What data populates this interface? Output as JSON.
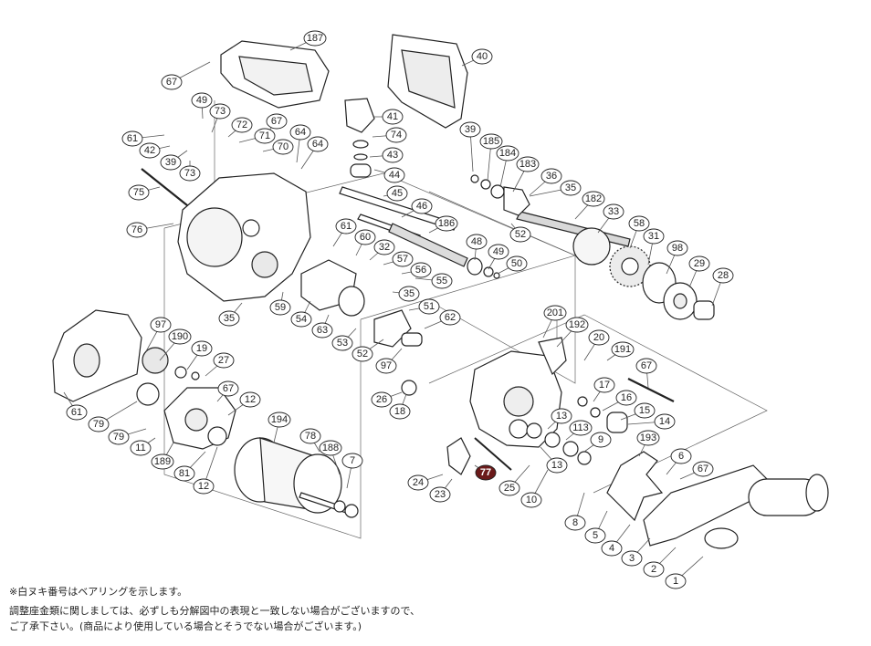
{
  "diagram": {
    "callouts": [
      "187",
      "67",
      "40",
      "49",
      "73",
      "72",
      "67",
      "41",
      "61",
      "71",
      "70",
      "64",
      "42",
      "74",
      "64",
      "43",
      "39",
      "73",
      "44",
      "39",
      "185",
      "184",
      "183",
      "36",
      "75",
      "35",
      "45",
      "182",
      "46",
      "76",
      "33",
      "186",
      "61",
      "60",
      "58",
      "32",
      "31",
      "48",
      "57",
      "49",
      "98",
      "56",
      "50",
      "55",
      "29",
      "28",
      "35",
      "52",
      "51",
      "62",
      "59",
      "54",
      "63",
      "35",
      "53",
      "52",
      "97",
      "201",
      "192",
      "97",
      "20",
      "191",
      "190",
      "19",
      "67",
      "27",
      "26",
      "18",
      "17",
      "16",
      "15",
      "14",
      "13",
      "113",
      "194",
      "61",
      "79",
      "67",
      "12",
      "9",
      "193",
      "79",
      "78",
      "189",
      "188",
      "7",
      "6",
      "67",
      "11",
      "13",
      "25",
      "24",
      "23",
      "77",
      "81",
      "12",
      "10",
      "8",
      "5",
      "4",
      "3",
      "2",
      "1"
    ],
    "highlighted_callout": "77",
    "colors": {
      "outline": "#222222",
      "leader": "#555555",
      "highlight": "#6b1a1a",
      "shade": "#8a8a8a",
      "paper": "#ffffff"
    }
  },
  "notes": {
    "bearing_note": "※白ヌキ番号はベアリングを示します。",
    "line1": "調整座金類に関しましては、必ずしも分解図中の表現と一致しない場合がございますので、",
    "line2": "ご了承下さい。(商品により使用している場合とそうでない場合がございます。)"
  }
}
